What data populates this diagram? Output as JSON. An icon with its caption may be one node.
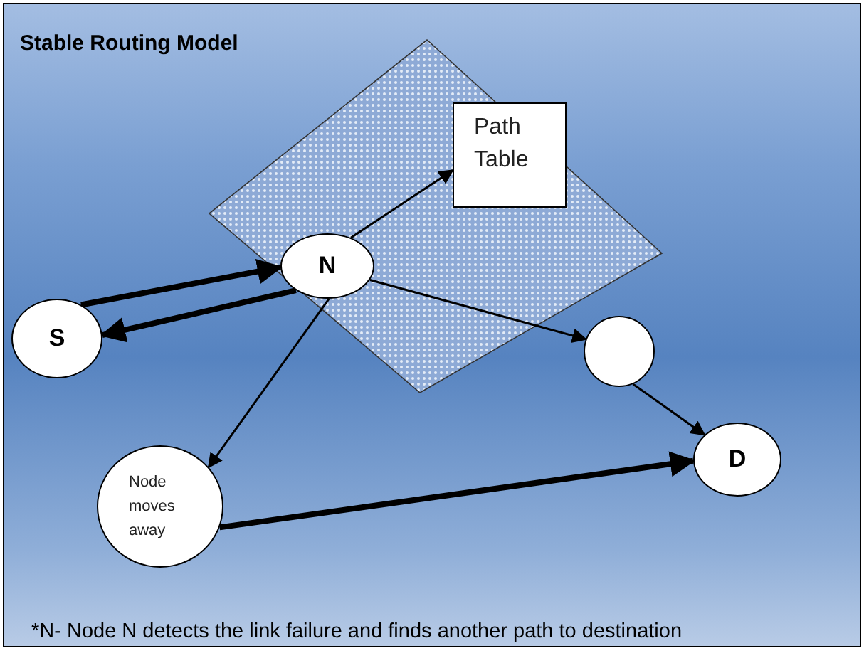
{
  "diagram": {
    "title": "Stable Routing Model",
    "nodes": [
      {
        "text": [
          "Path Table"
        ]
      },
      {
        "text": [
          "N"
        ]
      },
      {
        "text": [
          "S"
        ]
      },
      {
        "text": [],
        "shape": "circle"
      },
      {
        "text": [
          "D"
        ]
      },
      {
        "text": [
          "Node moves away"
        ]
      }
    ],
    "edges": [
      {
        "from": 2,
        "to": 1,
        "arrow": "to",
        "style": "thick"
      },
      {
        "from": 1,
        "to": 2,
        "arrow": "to",
        "style": "thick"
      },
      {
        "from": 1,
        "to": 0,
        "arrow": "to"
      },
      {
        "from": 1,
        "to": 3,
        "arrow": "to"
      },
      {
        "from": 1,
        "to": 5,
        "arrow": "to"
      },
      {
        "from": 3,
        "to": 4,
        "arrow": "to"
      },
      {
        "from": 5,
        "to": 4,
        "arrow": "to",
        "style": "thick"
      }
    ],
    "caption": "*N- Node N detects the link failure and finds another path to destination"
  }
}
